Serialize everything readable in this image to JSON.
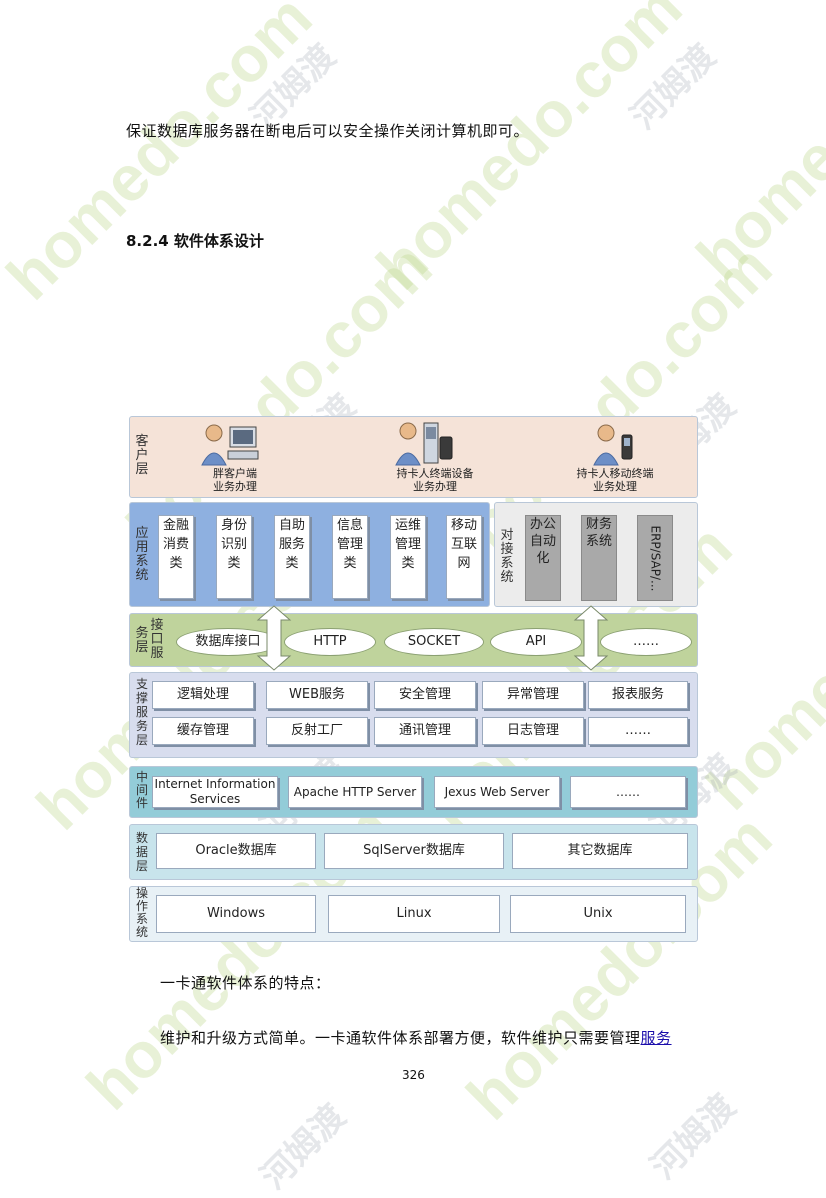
{
  "paragraphs": {
    "intro": "保证数据库服务器在断电后可以安全操作关闭计算机即可。",
    "features_title": "一卡通软件体系的特点：",
    "maint_text": "维护和升级方式简单。一卡通软件体系部署方便，软件维护只需要管理",
    "maint_link": "服务"
  },
  "section": {
    "title": "8.2.4 软件体系设计"
  },
  "page_number": "326",
  "watermark": {
    "latin": "homedo.com",
    "cn": "河姆渡"
  },
  "diagram": {
    "client_layer": {
      "label": "客户层",
      "items": [
        {
          "line1": "胖客户端",
          "line2": "业务办理"
        },
        {
          "line1": "持卡人终端设备",
          "line2": "业务办理"
        },
        {
          "line1": "持卡人移动终端",
          "line2": "业务处理"
        }
      ]
    },
    "app_layer": {
      "label": "应用系统",
      "items": [
        "金融消费类",
        "身份识别类",
        "自助服务类",
        "信息管理类",
        "运维管理类",
        "移动互联网"
      ]
    },
    "dock_layer": {
      "label": "对接系统",
      "items": [
        "办公自动化",
        "财务系统",
        "ERP/SAP/..."
      ]
    },
    "interface_layer": {
      "label1": "务层",
      "label2": "接口服",
      "items": [
        "数据库接口",
        "HTTP",
        "SOCKET",
        "API",
        "……"
      ]
    },
    "support_layer": {
      "label": "支撑服务层",
      "row1": [
        "逻辑处理",
        "WEB服务",
        "安全管理",
        "异常管理",
        "报表服务"
      ],
      "row2": [
        "缓存管理",
        "反射工厂",
        "通讯管理",
        "日志管理",
        "……"
      ]
    },
    "middleware_layer": {
      "label": "中间件",
      "items": [
        "Internet Information Services",
        "Apache HTTP Server",
        "Jexus Web Server",
        "……"
      ]
    },
    "db_layer": {
      "label": "数据层",
      "items": [
        "Oracle数据库",
        "SqlServer数据库",
        "其它数据库"
      ]
    },
    "os_layer": {
      "label": "操作系统",
      "items": [
        "Windows",
        "Linux",
        "Unix"
      ]
    }
  }
}
